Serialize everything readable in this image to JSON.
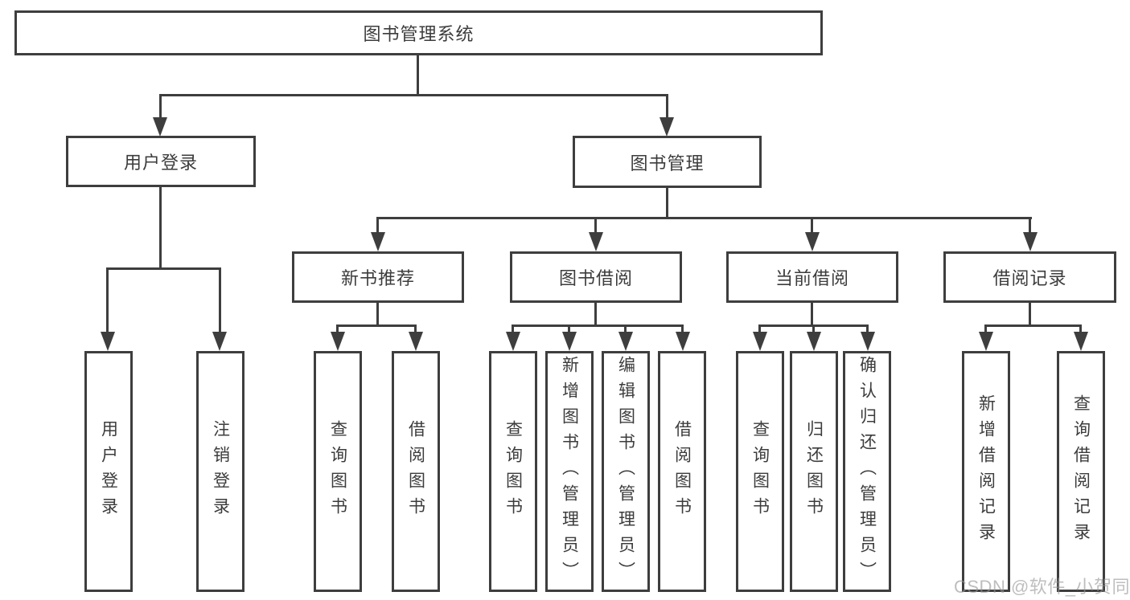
{
  "diagram": {
    "title": "图书管理系统",
    "root": {
      "label": "图书管理系统"
    },
    "branches": [
      {
        "label": "用户登录",
        "children": [
          {
            "label": "用户登录"
          },
          {
            "label": "注销登录"
          }
        ]
      },
      {
        "label": "图书管理",
        "children": [
          {
            "label": "新书推荐",
            "children": [
              {
                "label": "查询图书"
              },
              {
                "label": "借阅图书"
              }
            ]
          },
          {
            "label": "图书借阅",
            "children": [
              {
                "label": "查询图书"
              },
              {
                "label": "新增图书（管理员）"
              },
              {
                "label": "编辑图书（管理员）"
              },
              {
                "label": "借阅图书"
              }
            ]
          },
          {
            "label": "当前借阅",
            "children": [
              {
                "label": "查询图书"
              },
              {
                "label": "归还图书"
              },
              {
                "label": "确认归还（管理员）"
              }
            ]
          },
          {
            "label": "借阅记录",
            "children": [
              {
                "label": "新增借阅记录"
              },
              {
                "label": "查询借阅记录"
              }
            ]
          }
        ]
      }
    ]
  },
  "watermark": {
    "text": "CSDN @软件_小贺同学"
  },
  "colors": {
    "line": "#3e3e3e",
    "text": "#3c3c3c",
    "watermark_gray": "#969696",
    "background": "#ffffff"
  }
}
